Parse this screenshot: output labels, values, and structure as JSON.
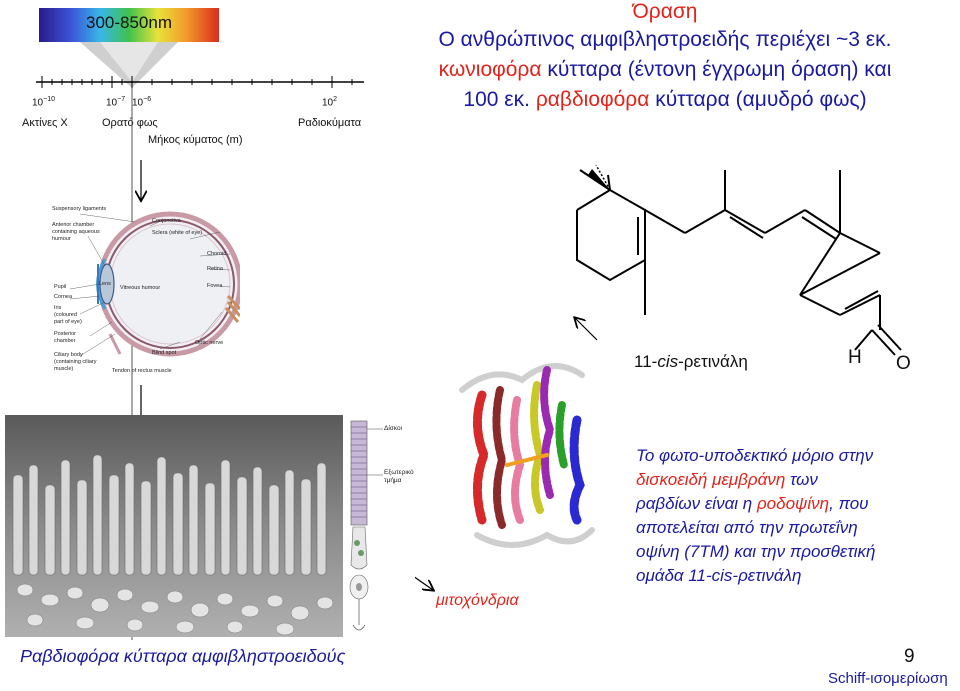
{
  "spectrum": {
    "range_label": "300-850nm",
    "tick_exponents": [
      {
        "base": "10",
        "exp": "−10"
      },
      {
        "base": "10",
        "exp": "−7"
      },
      {
        "base": "10",
        "exp": "−6"
      },
      {
        "base": "10",
        "exp": "2"
      }
    ],
    "region_labels": [
      "Ακτίνες X",
      "Ορατό φως",
      "Ραδιοκύματα"
    ],
    "axis_label": "Μήκος κύματος (m)"
  },
  "header": {
    "title": "Όραση",
    "line1": "Ο ανθρώπινος αμφιβληστροειδής περιέχει ~3 εκ.",
    "line2_red": "κωνιοφόρα",
    "line2_rest": " κύτταρα (έντονη έγχρωμη όραση) και",
    "line3_start": "100 εκ. ",
    "line3_red": "ραβδιοφόρα",
    "line3_rest": " κύτταρα (αμυδρό φως)"
  },
  "molecule": {
    "name_prefix": "11-",
    "name_italic": "cis",
    "name_suffix": "-ρετινάλη",
    "atom_h": "H",
    "atom_o": "O"
  },
  "eye_labels": [
    "Suspensory ligaments",
    "Conjunctiva",
    "Anterior chamber",
    "containing aqueous",
    "humour",
    "Sclera (white of eye)",
    "Choroid",
    "Retina",
    "Fovea",
    "Lens",
    "Vitreous humour",
    "Pupil",
    "Cornea",
    "Iris",
    "(coloured",
    "part of eye)",
    "Posterior",
    "chamber",
    "Ciliary body",
    "(containing ciliary",
    "muscle)",
    "Blind spot",
    "Optic nerve",
    "Tendon of rectus muscle"
  ],
  "rod_labels": {
    "disks": "Δίσκοι",
    "outer_1": "Εξωτερικό",
    "outer_2": "τμήμα"
  },
  "mitochondria_label": "μιτοχόνδρια",
  "description": {
    "p1": "Το φωτο-υποδεκτικό μόριο στην",
    "p2_red": "δισκοειδή μεμβράνη",
    "p2_rest": " των",
    "p3_start": "ραβδίων είναι η ",
    "p3_red": "ροδοψίνη",
    "p3_rest": ", που",
    "p4": "αποτελείται από την πρωτεΐνη",
    "p5": "οψίνη (7ΤΜ) και την προσθετική",
    "p6_start": "ομάδα ",
    "p6_mol": "11-cis-ρετινάλη"
  },
  "footer": {
    "caption": "Ραβδιοφόρα κύτταρα αμφιβληστροειδούς",
    "page_number": "9",
    "sub": "Schiff-ισομερίωση"
  },
  "colors": {
    "title_blue": "#1a1aa0",
    "highlight_red": "#e0241b"
  }
}
